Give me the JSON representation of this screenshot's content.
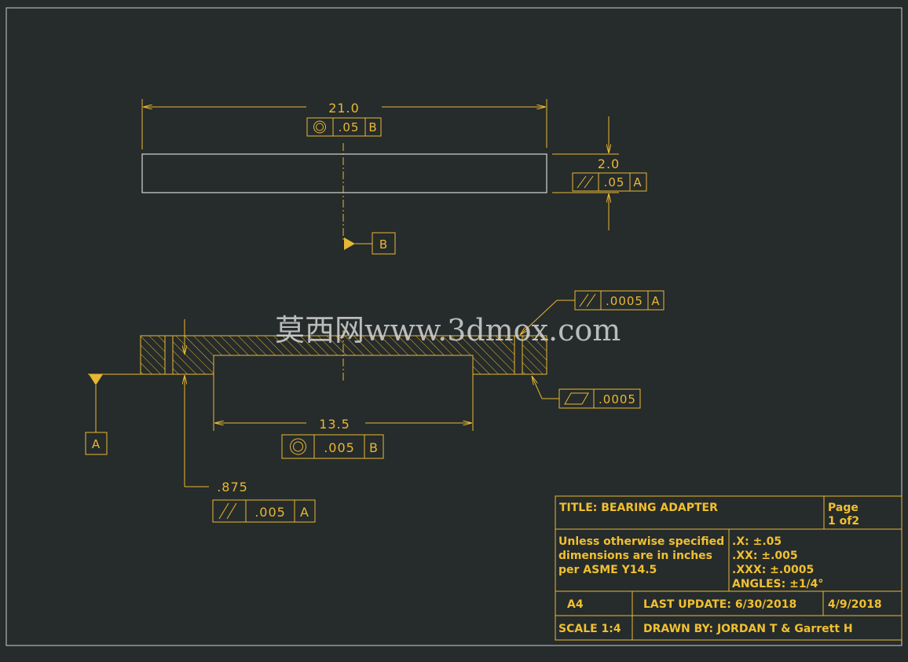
{
  "colors": {
    "background": "#262b2b",
    "annotation": "#e8b833",
    "outline": "#d8d8d8",
    "titleblock_text": "#f0c030"
  },
  "front_view": {
    "width_dim": "21.0",
    "width_fcf": {
      "symbol": "concentricity-icon",
      "tolerance": ".05",
      "datum": "B"
    },
    "datum_label": "B",
    "height_dim": "2.0",
    "height_fcf": {
      "symbol": "parallelism-icon",
      "tolerance": ".05",
      "datum": "A"
    }
  },
  "section_view": {
    "top_fcf": {
      "symbol": "parallelism-icon",
      "tolerance": ".0005",
      "datum": "A"
    },
    "flatness_fcf": {
      "symbol": "flatness-icon",
      "tolerance": ".0005"
    },
    "datum_label": "A",
    "bore_dim": "13.5",
    "bore_fcf": {
      "symbol": "concentricity-icon",
      "tolerance": ".005",
      "datum": "B"
    },
    "step_dim": ".875",
    "step_fcf": {
      "symbol": "parallelism-icon",
      "tolerance": ".005",
      "datum": "A"
    }
  },
  "watermark": "莫西网www.3dmox.com",
  "title_block": {
    "title": "TITLE: BEARING ADAPTER",
    "page_line1": "Page",
    "page_line2": "1 of2",
    "notes": [
      "Unless otherwise specified",
      "dimensions are in inches",
      "per ASME Y14.5"
    ],
    "tolerances": [
      ".X: ±.05",
      ".XX: ±.005",
      ".XXX: ±.0005",
      "ANGLES: ±1/4°"
    ],
    "size": "A4",
    "last_update": "LAST UPDATE: 6/30/2018",
    "date": "4/9/2018",
    "scale": "SCALE 1:4",
    "drawn_by": "DRAWN BY: JORDAN T & Garrett H"
  }
}
